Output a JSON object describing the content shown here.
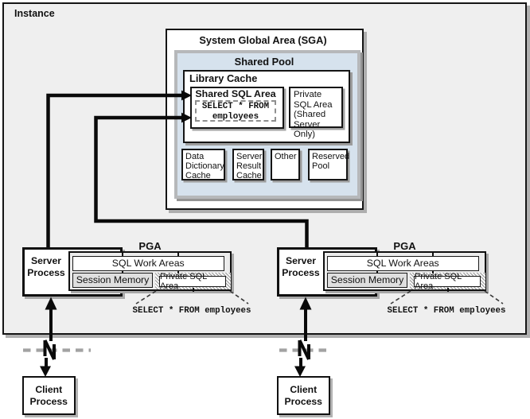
{
  "instance_label": "Instance",
  "sga": {
    "title": "System Global Area (SGA)",
    "shared_pool": {
      "title": "Shared Pool",
      "library_cache": {
        "title": "Library Cache",
        "shared_sql_area": {
          "title": "Shared SQL Area",
          "query_line1": "SELECT * FROM",
          "query_line2": "employees"
        },
        "private_sql_area_label": "Private SQL Area (Shared Server Only)"
      },
      "sub_caches": [
        "Data Dictionary Cache",
        "Server Result Cache",
        "Other",
        "Reserved Pool"
      ]
    }
  },
  "sessions": [
    {
      "server_process": "Server Process",
      "pga": {
        "title": "PGA",
        "sql_work_areas": "SQL Work Areas",
        "session_memory": "Session Memory",
        "private_sql_area": "Private SQL Area"
      },
      "query_callout": "SELECT * FROM employees",
      "client_process": "Client Process"
    },
    {
      "server_process": "Server Process",
      "pga": {
        "title": "PGA",
        "sql_work_areas": "SQL Work Areas",
        "session_memory": "Session Memory",
        "private_sql_area": "Private SQL Area"
      },
      "query_callout": "SELECT * FROM employees",
      "client_process": "Client Process"
    }
  ],
  "colors": {
    "instance_fill": "#efefef",
    "shared_pool_fill": "#d6e2ed",
    "shared_pool_frame": "#b6b8ba",
    "session_memory_fill": "#dfdfdf",
    "box_shadow": "#a8a8a8",
    "line": "#0a0a0a",
    "network_dash": "#a2a2a2"
  }
}
